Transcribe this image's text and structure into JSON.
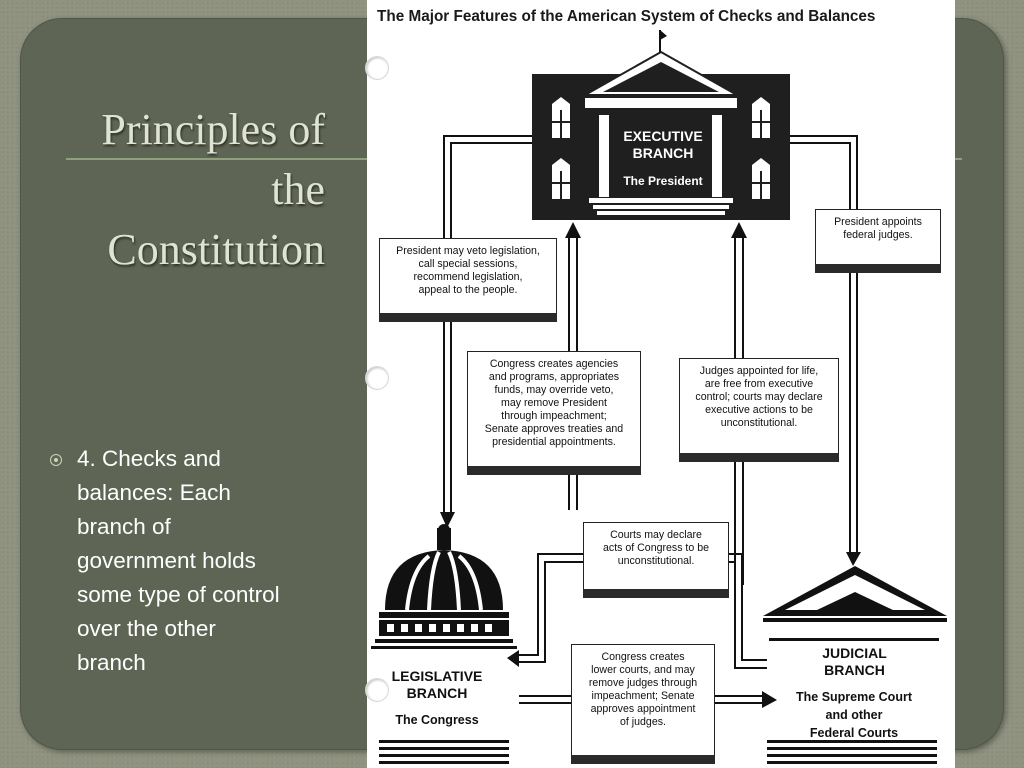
{
  "slide": {
    "title_lines": [
      "Principles of",
      "the",
      "Constitution"
    ],
    "bullet": "4.  Checks and balances: Each branch of government holds some type of control over the other branch"
  },
  "diagram": {
    "heading": "The Major Features of the American System of Checks and Balances",
    "executive": {
      "title_lines": [
        "EXECUTIVE",
        "BRANCH"
      ],
      "subtitle": "The President"
    },
    "legislative": {
      "title_lines": [
        "LEGISLATIVE",
        "BRANCH"
      ],
      "subtitle": "The Congress"
    },
    "judicial": {
      "title_lines": [
        "JUDICIAL",
        "BRANCH"
      ],
      "subtitle_lines": [
        "The Supreme Court",
        "and other",
        "Federal Courts"
      ]
    },
    "boxes": {
      "president_veto": [
        "President may veto legislation,",
        "call special sessions,",
        "recommend legislation,",
        "appeal to the people."
      ],
      "president_appoints": [
        "President appoints",
        "federal judges."
      ],
      "congress_agencies": [
        "Congress creates agencies",
        "and programs, appropriates",
        "funds, may override veto,",
        "may remove President",
        "through impeachment;",
        "Senate approves treaties and",
        "presidential appointments."
      ],
      "judges_appointed": [
        "Judges appointed for life,",
        "are free from executive",
        "control; courts may declare",
        "executive actions to be",
        "unconstitutional."
      ],
      "courts_declare": [
        "Courts may declare",
        "acts of Congress to be",
        "unconstitutional."
      ],
      "congress_courts": [
        "Congress creates",
        "lower courts, and may",
        "remove judges through",
        "impeachment; Senate",
        "approves appointment",
        "of judges."
      ]
    }
  }
}
